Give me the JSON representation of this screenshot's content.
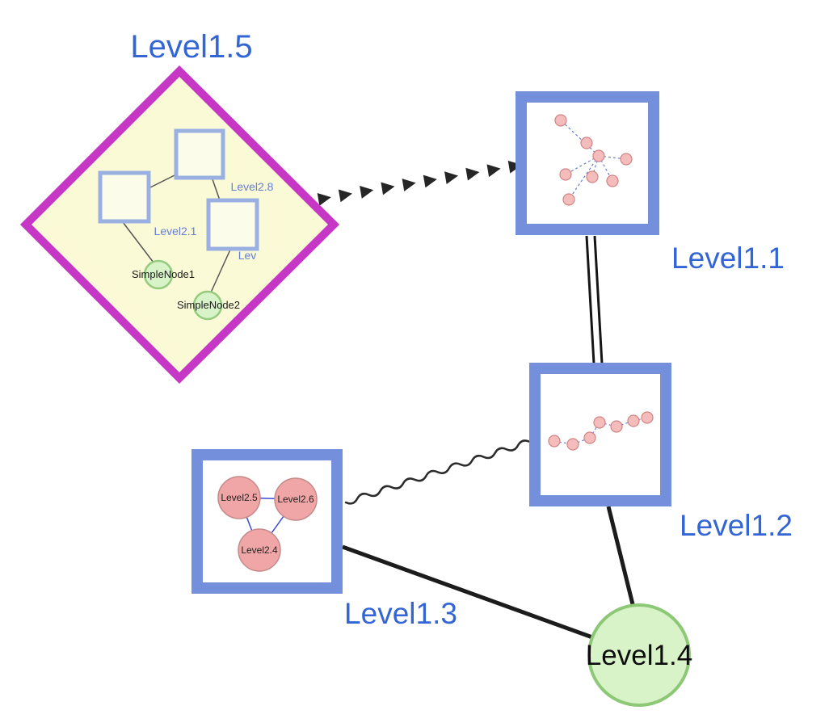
{
  "colors": {
    "group_border": "#7490dc",
    "label_blue": "#3465d4",
    "sub_label_blue": "#667fd2",
    "diamond_border": "#c637c6",
    "diamond_fill": "#fafad7",
    "green_fill": "#d9f3c9",
    "green_stroke": "#8cc876",
    "pink_fill": "#f0a6a6",
    "pink_stroke": "#c48a8a",
    "mini_edge_blue": "#6b7fd0",
    "edge_dark": "#1c1c1c"
  },
  "groups": {
    "level1_5": {
      "label": "Level1.5",
      "shape": "diamond"
    },
    "level1_1": {
      "label": "Level1.1",
      "shape": "rect"
    },
    "level1_2": {
      "label": "Level1.2",
      "shape": "rect"
    },
    "level1_3": {
      "label": "Level1.3",
      "shape": "rect"
    }
  },
  "nodes": {
    "level1_4": {
      "label": "Level1.4"
    },
    "simple_node_1": {
      "label": "SimpleNode1"
    },
    "simple_node_2": {
      "label": "SimpleNode2"
    },
    "level2_8": {
      "label": "Level2.8"
    },
    "level2_1": {
      "label": "Level2.1"
    },
    "level2_truncated": {
      "label": "Lev"
    },
    "level2_5": {
      "label": "Level2.5"
    },
    "level2_6": {
      "label": "Level2.6"
    },
    "level2_4": {
      "label": "Level2.4"
    }
  },
  "edges": [
    {
      "from": "Level1.5",
      "to": "Level1.1",
      "style": "dashed-arrowhead-chain"
    },
    {
      "from": "Level1.1",
      "to": "Level1.2",
      "style": "parallel-double-line"
    },
    {
      "from": "Level1.3",
      "to": "Level1.2",
      "style": "wavy"
    },
    {
      "from": "Level1.3",
      "to": "Level1.4",
      "style": "solid-thick"
    },
    {
      "from": "Level1.2",
      "to": "Level1.4",
      "style": "solid-thick"
    }
  ]
}
